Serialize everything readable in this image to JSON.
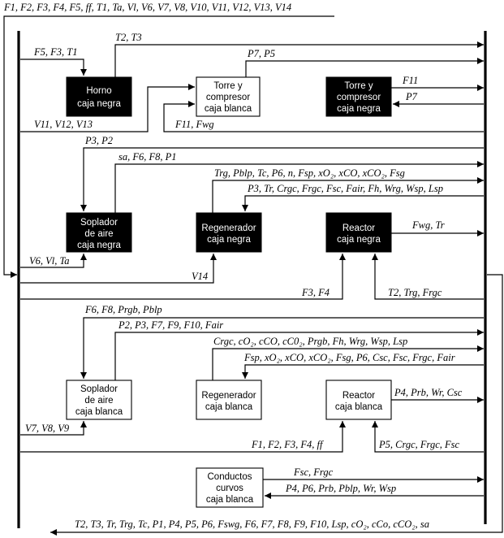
{
  "diagram": {
    "top_input_label": "F1, F2, F3, F4, F5, ff, T1, Ta, Vl, V6, V7, V8, V10, V11, V12, V13, V14",
    "bottom_output_label": "T2, T3, Tr, Trg, Tc, P1, P4, P5, P6, Fswg, F6, F7, F8, F9, F10, Lsp, cO₂, cCo, cCO₂, sa",
    "blocks": {
      "horno_negra": [
        "Horno",
        "caja negra"
      ],
      "torre_blanca": [
        "Torre y",
        "compresor",
        "caja blanca"
      ],
      "torre_negra": [
        "Torre y",
        "compresor",
        "caja negra"
      ],
      "soplador_negra": [
        "Soplador",
        "de aire",
        "caja negra"
      ],
      "regenerador_negra": [
        "Regenerador",
        "caja negra"
      ],
      "reactor_negra": [
        "Reactor",
        "caja negra"
      ],
      "soplador_blanca": [
        "Soplador",
        "de aire",
        "caja blanca"
      ],
      "regenerador_blanca": [
        "Regenerador",
        "caja blanca"
      ],
      "reactor_blanca": [
        "Reactor",
        "caja blanca"
      ],
      "conductos_blanca": [
        "Conductos",
        "curvos",
        "caja blanca"
      ]
    },
    "signals": {
      "horno_out": "T2, T3",
      "horno_in": "F5, F3, T1",
      "torre_blanca_out": "P7, P5",
      "torre_blanca_in1": "V11, V12, V13",
      "torre_blanca_in2": "F11, Fwg",
      "torre_negra_out": "F11",
      "torre_negra_in": "P7",
      "soplador_negra_in_bus": "P3, P2",
      "soplador_negra_out": "sa, F6, F8, P1",
      "soplador_negra_in_left": "V6, Vl, Ta",
      "regenerador_negra_out": "Trg, Pblp, Tc, P6, n, Fsp, xO₂, xCO, xCO₂, Fsg",
      "regenerador_negra_in_bus": "P3, Tr, Crgc, Frgc, Fsc, Fair, Fh, Wrg, Wsp, Lsp",
      "regenerador_negra_in_left": "V14",
      "reactor_negra_out": "Fwg, Tr",
      "reactor_negra_in_left": "F3, F4",
      "reactor_negra_in_right": "T2, Trg, Frgc",
      "soplador_blanca_in_bus": "F6, F8, Prgb, Pblp",
      "soplador_blanca_out": "P2, P3, F7, F9, F10, Fair",
      "soplador_blanca_in_left": "V7, V8, V9",
      "regenerador_blanca_out": "Crgc, cO₂, cCO, cC0₂, Prgb, Fh, Wrg, Wsp, Lsp",
      "regenerador_blanca_in_bus": "Fsp, xO₂, xCO, xCO₂, Fsg, P6, Csc, Fsc, Frgc, Fair",
      "reactor_blanca_out": "P4, Prb, Wr, Csc",
      "reactor_blanca_in_left": "F1, F2, F3, F4, ff",
      "reactor_blanca_in_right": "P5, Crgc, Frgc, Fsc",
      "conductos_out": "Fsc, Frgc",
      "conductos_in": "P4, P6, Prb, Pblp, Wr, Wsp"
    }
  }
}
